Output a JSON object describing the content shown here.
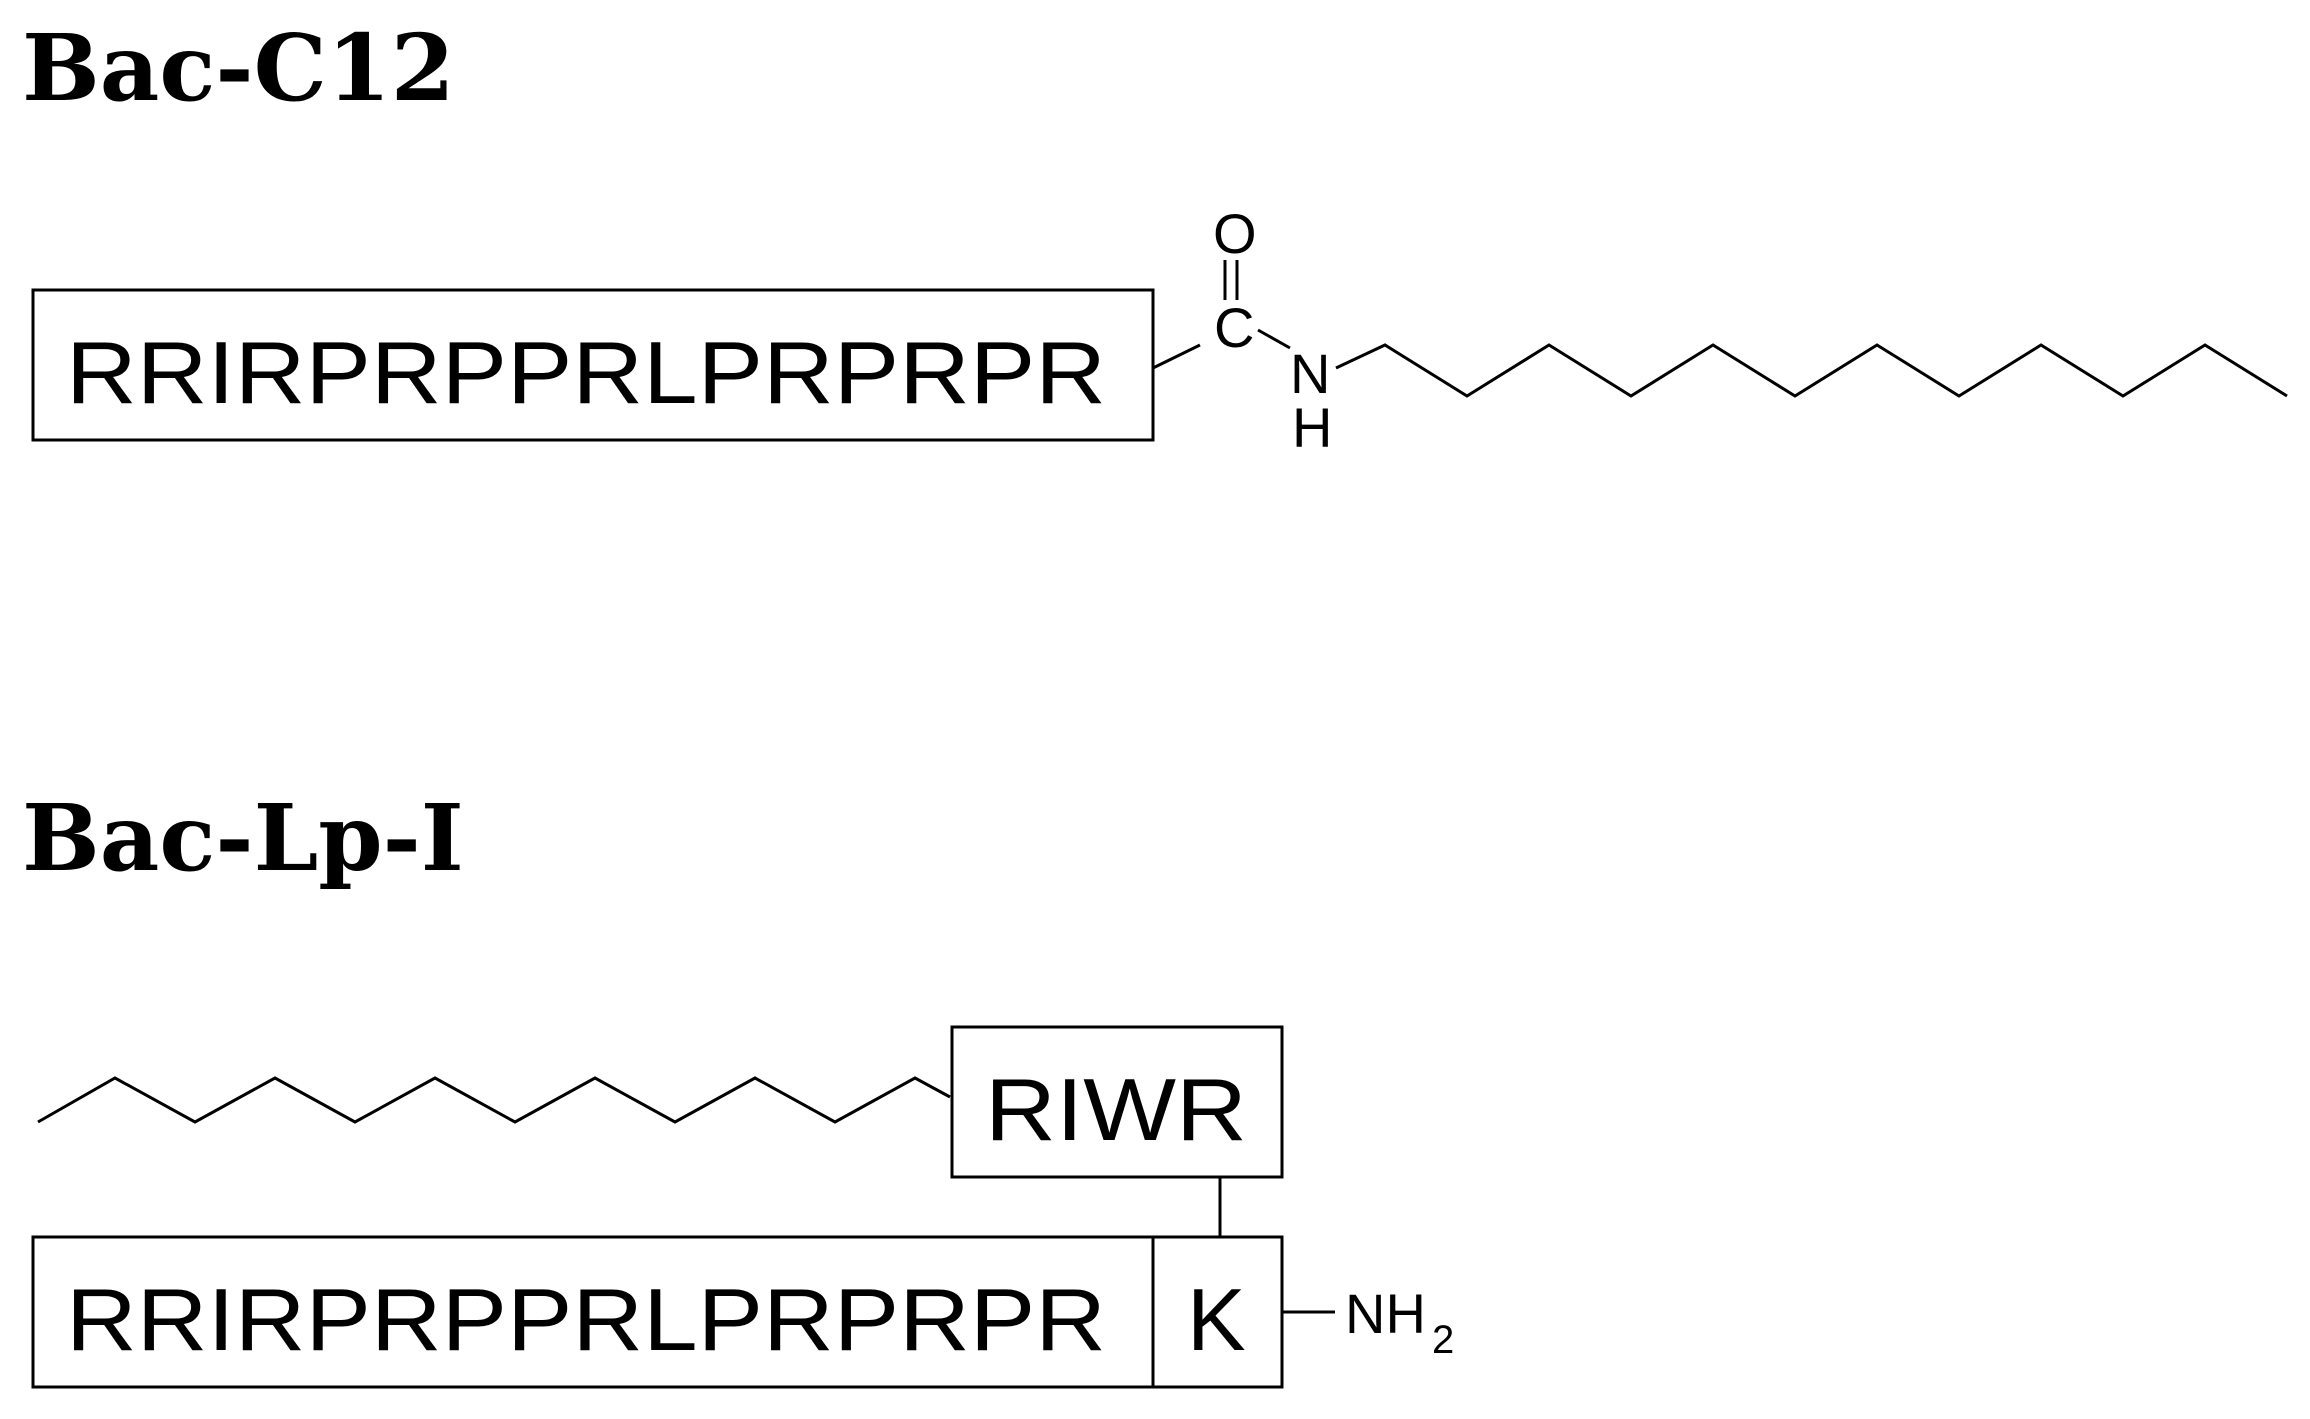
{
  "figure": {
    "top": {
      "title": "Bac-C12",
      "sequence": "RRIRPRPPRLPRPRPR",
      "carbonyl_oxygen": "O",
      "carbonyl_carbon": "C",
      "amide_nitrogen": "N",
      "amide_hydrogen": "H"
    },
    "bottom": {
      "title": "Bac-Lp-I",
      "branch_sequence": "RIWR",
      "sequence": "RRIRPRPPRLPRPRPR",
      "lysine": "K",
      "terminus": "NH",
      "terminus_subscript": "2"
    }
  }
}
